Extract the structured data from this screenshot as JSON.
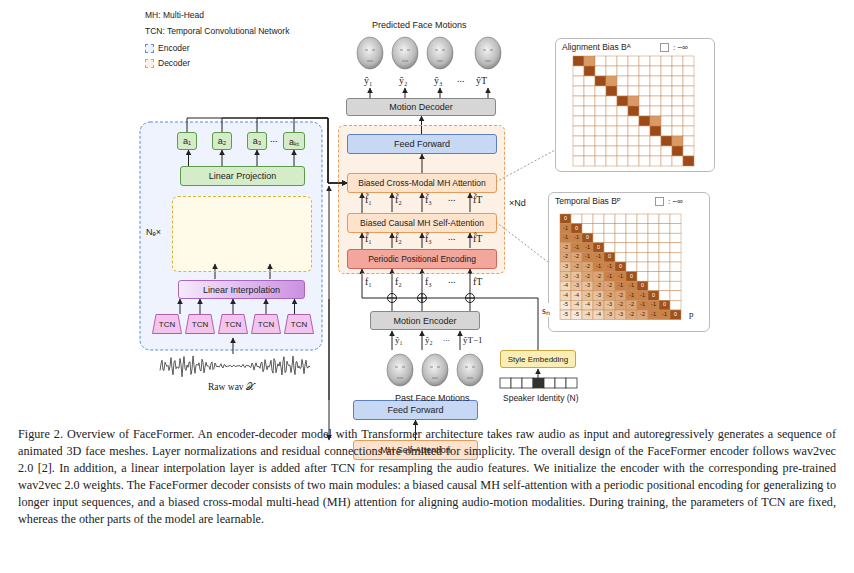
{
  "diagram": {
    "caption": "Figure 2. Overview of FaceFormer. An encoder-decoder model with Transformer architecture takes raw audio as input and autoregressively generates a sequence of animated 3D face meshes. Layer normalizations and residual connections are omitted for simplicity. The overall design of the FaceFormer encoder follows wav2vec 2.0 [2]. In addition, a linear interpolation layer is added after TCN for resampling the audio features. We initialize the encoder with the corresponding pre-trained wav2vec 2.0 weights. The FaceFormer decoder consists of two main modules: a biased causal MH self-attention with a periodic positional encoding for generalizing to longer input sequences, and a biased cross-modal multi-head (MH) attention for aligning audio-motion modalities. During training, the parameters of TCN are fixed, whereas the other parts of the model are learnable.",
    "nodes": [
      {
        "text": [
          "a₁"
        ]
      },
      {
        "text": [
          "a₂"
        ]
      },
      {
        "text": [
          "a₃"
        ]
      },
      {
        "text": [
          "aₖₜ"
        ]
      },
      {
        "text": [
          "Linear Projection"
        ]
      },
      {
        "text": [
          "Nₑ×"
        ]
      },
      {
        "text": [
          "Feed Forward"
        ],
        "in": 5
      },
      {
        "text": [
          "MH Self-Attention"
        ],
        "in": 5
      },
      {
        "text": [
          "Linear Interpolation"
        ]
      },
      {
        "text": [
          "TCN"
        ]
      },
      {
        "text": [
          "TCN"
        ]
      },
      {
        "text": [
          "TCN"
        ]
      },
      {
        "text": [
          "TCN"
        ]
      },
      {
        "text": [
          "TCN"
        ]
      },
      {
        "text": [
          "Motion Decoder"
        ]
      },
      {
        "text": [
          "×Nd"
        ]
      },
      {
        "text": [
          "Feed Forward"
        ],
        "in": 15
      },
      {
        "text": [
          "Biased Cross-Modal MH Attention"
        ],
        "in": 15
      },
      {
        "text": [
          "Biased Causal MH Self-Attention"
        ],
        "in": 15
      },
      {
        "text": [
          "Periodic Positional Encoding"
        ],
        "in": 15
      },
      {
        "text": [
          "Motion Encoder"
        ]
      },
      {
        "text": [
          "Style Embedding"
        ]
      },
      {
        "text": [
          "Alignment Bias Bᴬ"
        ]
      },
      {
        "text": [
          "Temporal Bias Bᴾ"
        ]
      }
    ],
    "edges": [
      {
        "from": 9,
        "to": 8,
        "arrow": "to"
      },
      {
        "from": 10,
        "to": 8,
        "arrow": "to"
      },
      {
        "from": 11,
        "to": 8,
        "arrow": "to"
      },
      {
        "from": 12,
        "to": 8,
        "arrow": "to"
      },
      {
        "from": 13,
        "to": 8,
        "arrow": "to"
      },
      {
        "from": 8,
        "to": 7,
        "arrow": "to"
      },
      {
        "from": 7,
        "to": 6,
        "arrow": "to"
      },
      {
        "from": 6,
        "to": 4,
        "arrow": "to"
      },
      {
        "from": 4,
        "to": 0,
        "arrow": "to"
      },
      {
        "from": 4,
        "to": 1,
        "arrow": "to"
      },
      {
        "from": 4,
        "to": 2,
        "arrow": "to"
      },
      {
        "from": 4,
        "to": 3,
        "arrow": "to"
      },
      {
        "from": 0,
        "to": 17,
        "arrow": "to"
      },
      {
        "from": 1,
        "to": 17,
        "arrow": "to"
      },
      {
        "from": 2,
        "to": 17,
        "arrow": "to"
      },
      {
        "from": 3,
        "to": 17,
        "arrow": "to"
      },
      {
        "from": 20,
        "to": 19,
        "arrow": "to"
      },
      {
        "from": 21,
        "to": 19,
        "label": "sₙ",
        "arrow": "to"
      },
      {
        "from": 19,
        "to": 18,
        "arrow": "to"
      },
      {
        "from": 18,
        "to": 17,
        "arrow": "to"
      },
      {
        "from": 17,
        "to": 16,
        "arrow": "to"
      },
      {
        "from": 16,
        "to": 14,
        "arrow": "to"
      }
    ],
    "labels": [
      "MH: Multi-Head",
      "TCN: Temporal Convolutional Network",
      "...",
      "Raw wav 𝒳",
      "Predicted Face Motions",
      "ŷ₁",
      "ŷ₂",
      "ŷ₃",
      "...",
      "ŷT",
      "f̃₁",
      "f̃₂",
      "f̃₃",
      "...",
      "f̃T",
      "f̂₁",
      "f̂₂",
      "f̂₃",
      "...",
      "f̂T",
      "f₁",
      "f₂",
      "f₃",
      "...",
      "fT",
      "ŷ₁",
      "ŷ₂",
      "...",
      "ŷT−1",
      "Past Face Motions",
      "Speaker Identity (N)",
      "p",
      "0",
      "-1",
      "0",
      "-1",
      "-1",
      "0",
      "-2",
      "-1",
      "-1",
      "0",
      "-2",
      "-2",
      "-1",
      "-1",
      "0",
      "-3",
      "-2",
      "-2",
      "-1",
      "-1",
      "0",
      "-3",
      "-3",
      "-2",
      "-2",
      "-1",
      "-1",
      "0",
      "-4",
      "-3",
      "-3",
      "-2",
      "-2",
      "-1",
      "-1",
      "0",
      "-4",
      "-4",
      "-3",
      "-3",
      "-2",
      "-2",
      "-1",
      "-1",
      "0",
      "-5",
      "-4",
      "-4",
      "-3",
      "-3",
      "-2",
      "-2",
      "-1",
      "-1",
      "0",
      "-5",
      "-5",
      "-4",
      "-4",
      "-3",
      "-3",
      "-2",
      "-2",
      "-1",
      "-1",
      "0"
    ],
    "legend": [
      {
        "text": "Encoder",
        "color": "#eef3fd"
      },
      {
        "text": "Decoder",
        "color": "#fdf1e6"
      },
      {
        "text": ": −∞",
        "color": "#ffffff"
      },
      {
        "text": ": −∞",
        "color": "#ffffff"
      }
    ]
  }
}
